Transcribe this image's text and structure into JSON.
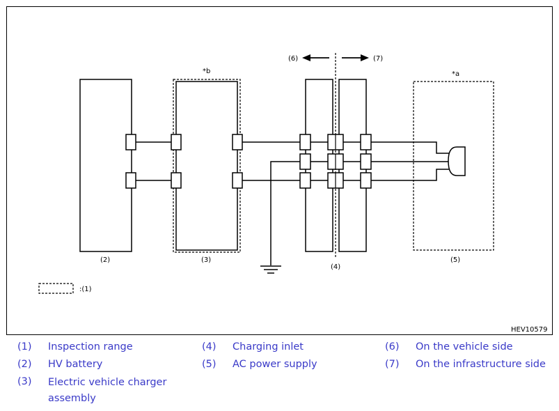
{
  "diagram": {
    "code": "HEV10579",
    "labels": {
      "b2": "(2)",
      "b3": "(3)",
      "b4": "(4)",
      "b5": "(5)",
      "star_a": "*a",
      "star_b": "*b",
      "arrow_left": "(6)",
      "arrow_right": "(7)",
      "dashed_key": ":(1)"
    }
  },
  "legend": {
    "col1": [
      {
        "num": "(1)",
        "text": "Inspection range"
      },
      {
        "num": "(2)",
        "text": "HV battery"
      },
      {
        "num": "(3)",
        "text": "Electric vehicle charger assembly"
      }
    ],
    "col2": [
      {
        "num": "(4)",
        "text": "Charging inlet"
      },
      {
        "num": "(5)",
        "text": "AC power supply"
      }
    ],
    "col3": [
      {
        "num": "(6)",
        "text": "On the vehicle side"
      },
      {
        "num": "(7)",
        "text": "On the infrastructure side"
      }
    ]
  },
  "colors": {
    "legend_text": "#3a3ac8",
    "line": "#000000"
  }
}
